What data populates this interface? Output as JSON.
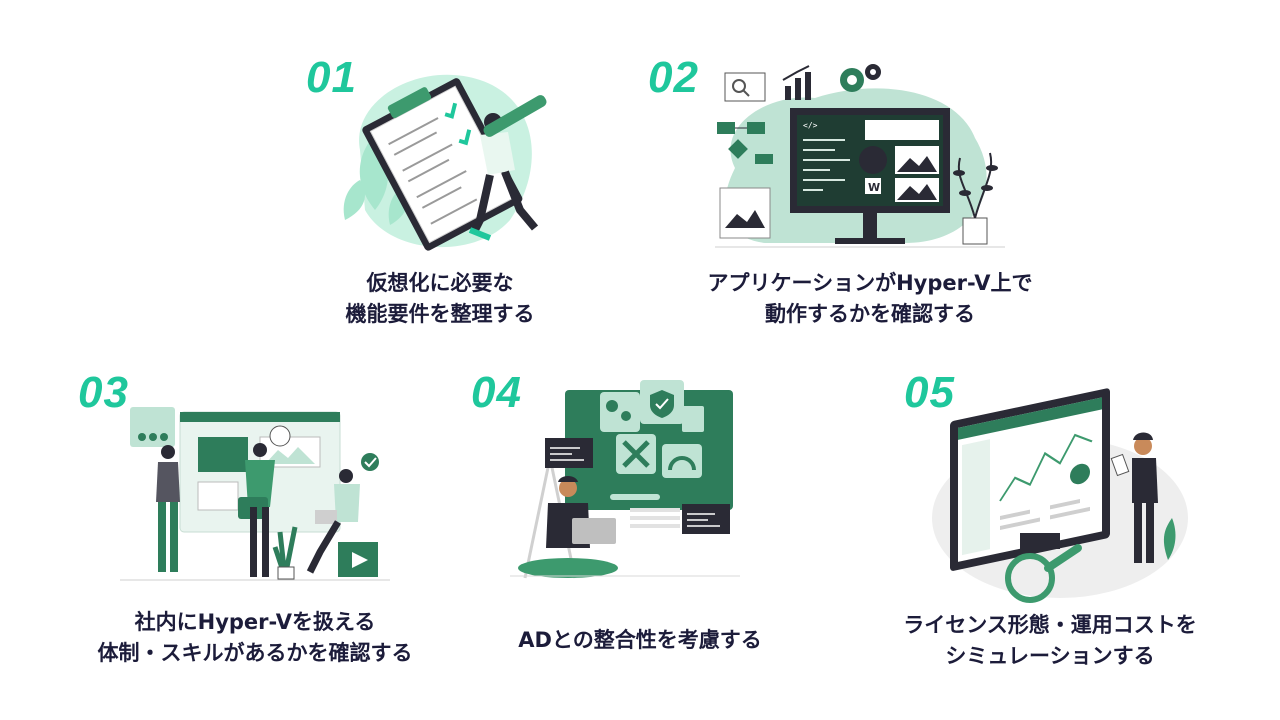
{
  "steps": [
    {
      "number": "01",
      "line1": "仮想化に必要な",
      "line2": "機能要件を整理する"
    },
    {
      "number": "02",
      "line1": "アプリケーションがHyper-V上で",
      "line2": "動作するかを確認する"
    },
    {
      "number": "03",
      "line1": "社内にHyper-Vを扱える",
      "line2": "体制・スキルがあるかを確認する"
    },
    {
      "number": "04",
      "line1": "ADとの整合性を考慮する",
      "line2": ""
    },
    {
      "number": "05",
      "line1": "ライセンス形態・運用コストを",
      "line2": "シミュレーションする"
    }
  ],
  "illustration_text": {
    "code_tag": "</>",
    "w_letter": "W"
  },
  "colors": {
    "accent": "#1fc79c",
    "dark_green": "#2e7d5b",
    "mid_green": "#3d9a6e",
    "light_green": "#bfe8d8",
    "text": "#1c1c3a"
  }
}
